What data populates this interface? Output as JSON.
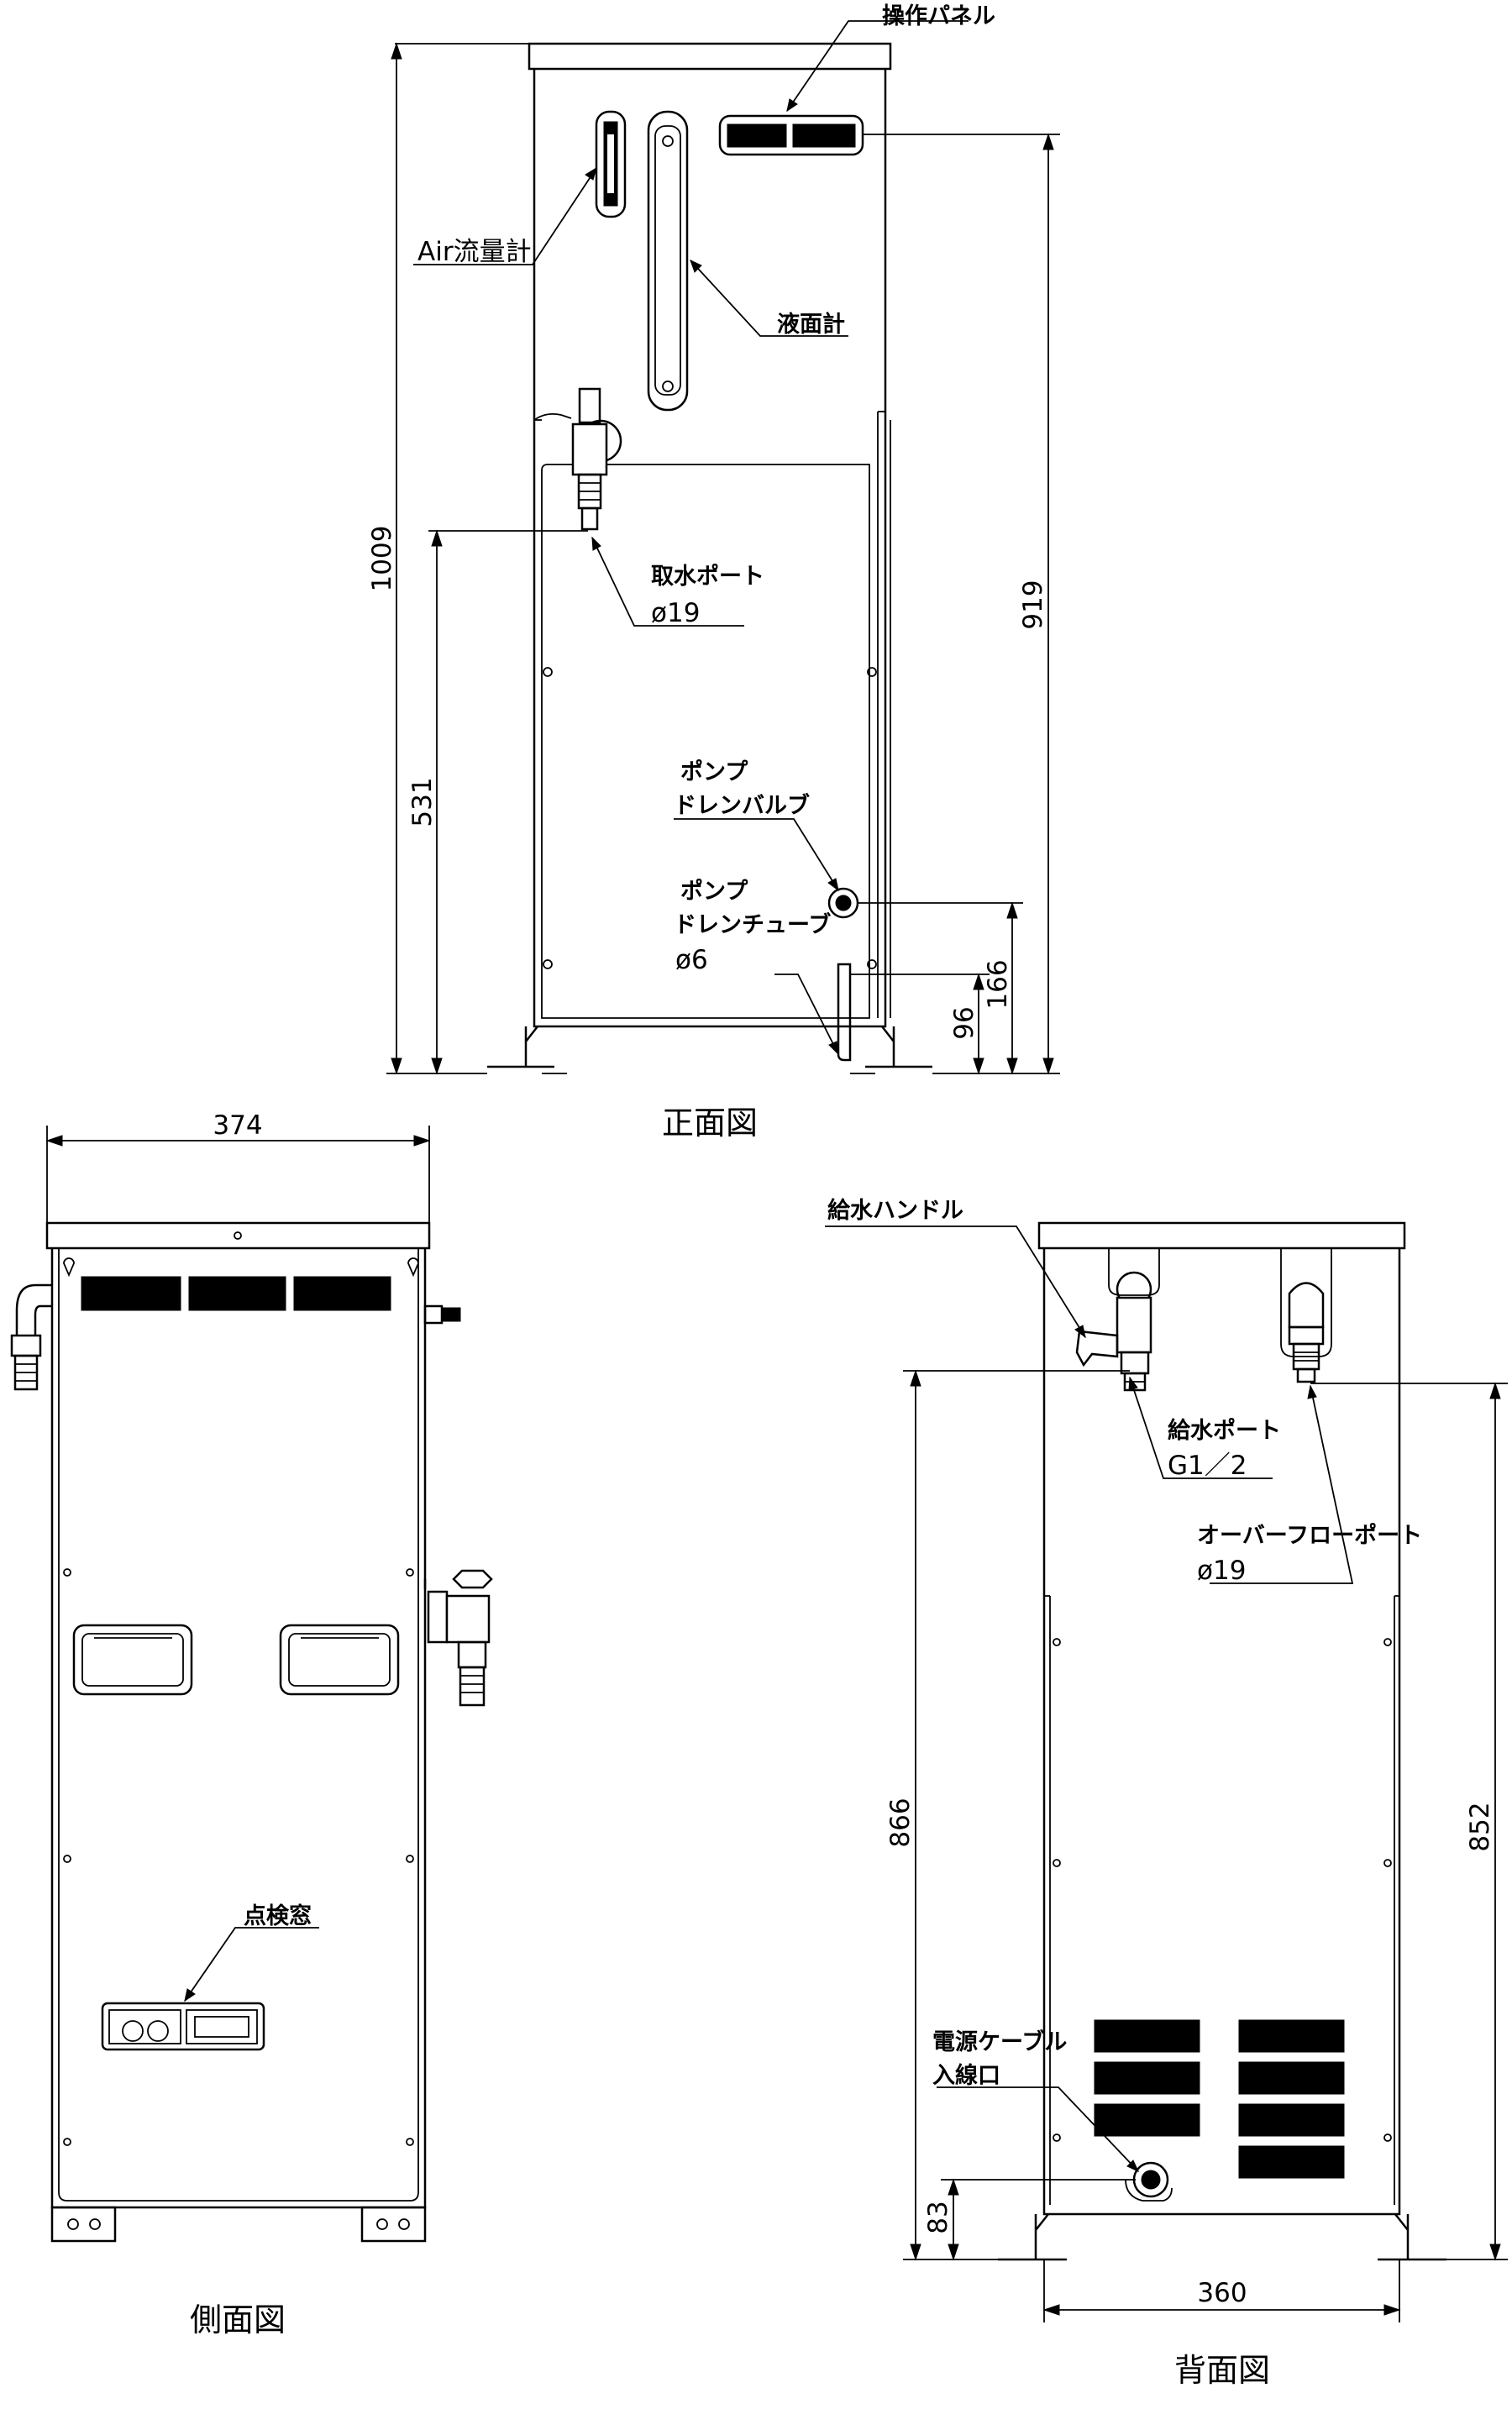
{
  "front_view": {
    "title": "正面図",
    "labels": {
      "operation_panel": "操作パネル",
      "air_flowmeter": "Air流量計",
      "level_gauge": "液面計",
      "intake_port": "取水ポート",
      "intake_port_size": "ø19",
      "pump_drain_valve_1": "ポンプ",
      "pump_drain_valve_2": "ドレンバルブ",
      "pump_drain_tube_1": "ポンプ",
      "pump_drain_tube_2": "ドレンチューブ",
      "pump_drain_tube_size": "ø6"
    },
    "dimensions": {
      "total_height": "1009",
      "intake_port_height": "531",
      "panel_height": "919",
      "drain_valve_height": "166",
      "drain_tube_height": "96"
    }
  },
  "side_view": {
    "title": "側面図",
    "labels": {
      "inspection_window": "点検窓"
    },
    "dimensions": {
      "depth": "374"
    }
  },
  "back_view": {
    "title": "背面図",
    "labels": {
      "supply_handle": "給水ハンドル",
      "supply_port": "給水ポート",
      "supply_port_size": "G1／2",
      "overflow_port": "オーバーフローポート",
      "overflow_port_size": "ø19",
      "cable_inlet_1": "電源ケーブル",
      "cable_inlet_2": "入線口"
    },
    "dimensions": {
      "supply_port_height": "866",
      "overflow_port_height": "852",
      "cable_inlet_height": "83",
      "width": "360"
    }
  }
}
